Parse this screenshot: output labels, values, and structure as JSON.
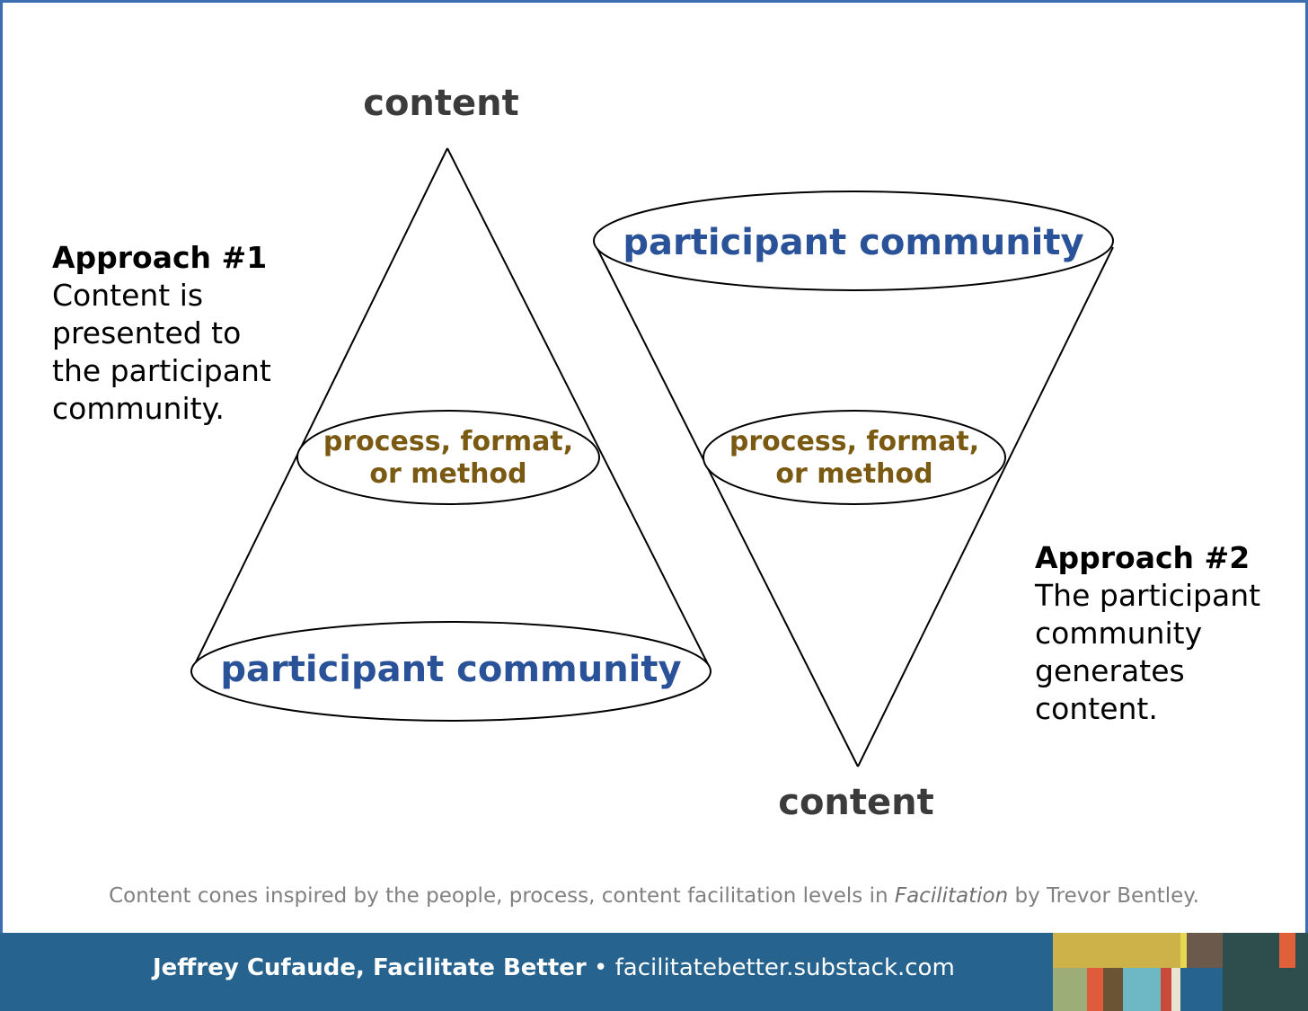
{
  "left_cone": {
    "top_label": "content",
    "middle_label_line1": "process, format,",
    "middle_label_line2": "or method",
    "base_label": "participant community"
  },
  "right_cone": {
    "top_label": "participant community",
    "middle_label_line1": "process, format,",
    "middle_label_line2": "or method",
    "bottom_label": "content"
  },
  "approach1": {
    "heading": "Approach #1",
    "body": "Content is\npresented to\nthe participant\ncommunity."
  },
  "approach2": {
    "heading": "Approach #2",
    "body": "The participant\ncommunity\ngenerates\ncontent."
  },
  "caption": {
    "before": "Content cones inspired by the people, process, content facilitation levels in ",
    "book": "Facilitation",
    "after": " by Trevor Bentley."
  },
  "footer": {
    "author": "Jeffrey Cufaude, Facilitate Better",
    "separator": " • ",
    "url": "facilitatebetter.substack.com"
  },
  "colors": {
    "frame": "#3d6fb0",
    "footer_bg": "#26638e",
    "community_text": "#2a5298",
    "process_text": "#7a5a12",
    "content_text": "#3b3b3b",
    "palette": [
      "#cdb24a",
      "#e6d84f",
      "#6b5a4c",
      "#2d4e4c",
      "#e0603a",
      "#9dad77",
      "#e05a3c",
      "#6b5434",
      "#6db8c4",
      "#c94a3a"
    ]
  }
}
